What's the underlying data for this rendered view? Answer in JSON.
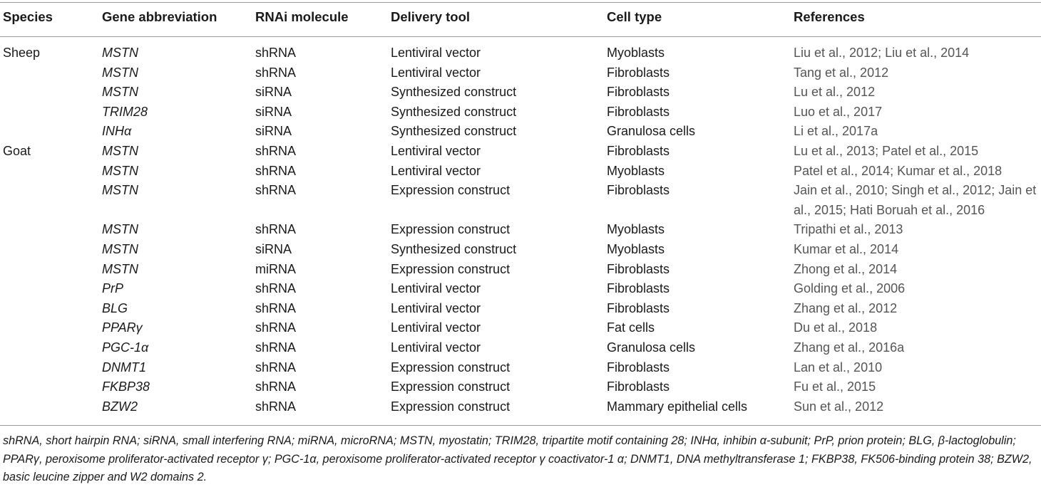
{
  "table": {
    "headers": {
      "species": "Species",
      "gene": "Gene abbreviation",
      "rnai": "RNAi molecule",
      "delivery": "Delivery tool",
      "cell_type": "Cell type",
      "references": "References"
    },
    "rows": [
      {
        "species": "Sheep",
        "gene": "MSTN",
        "rnai": "shRNA",
        "delivery": "Lentiviral vector",
        "cell_type": "Myoblasts",
        "references": "Liu et al., 2012; Liu et al., 2014"
      },
      {
        "species": "",
        "gene": "MSTN",
        "rnai": "shRNA",
        "delivery": "Lentiviral vector",
        "cell_type": "Fibroblasts",
        "references": "Tang et al., 2012"
      },
      {
        "species": "",
        "gene": "MSTN",
        "rnai": "siRNA",
        "delivery": "Synthesized construct",
        "cell_type": "Fibroblasts",
        "references": "Lu et al., 2012"
      },
      {
        "species": "",
        "gene": "TRIM28",
        "rnai": "siRNA",
        "delivery": "Synthesized construct",
        "cell_type": "Fibroblasts",
        "references": "Luo et al., 2017"
      },
      {
        "species": "",
        "gene": "INHα",
        "rnai": "siRNA",
        "delivery": "Synthesized construct",
        "cell_type": "Granulosa cells",
        "references": "Li et al., 2017a"
      },
      {
        "species": "Goat",
        "gene": "MSTN",
        "rnai": "shRNA",
        "delivery": "Lentiviral vector",
        "cell_type": "Fibroblasts",
        "references": "Lu et al., 2013; Patel et al., 2015"
      },
      {
        "species": "",
        "gene": "MSTN",
        "rnai": "shRNA",
        "delivery": "Lentiviral vector",
        "cell_type": "Myoblasts",
        "references": "Patel et al., 2014; Kumar et al., 2018"
      },
      {
        "species": "",
        "gene": "MSTN",
        "rnai": "shRNA",
        "delivery": "Expression construct",
        "cell_type": "Fibroblasts",
        "references": "Jain et al., 2010; Singh et al., 2012; Jain et al., 2015; Hati Boruah et al., 2016"
      },
      {
        "species": "",
        "gene": "MSTN",
        "rnai": "shRNA",
        "delivery": "Expression construct",
        "cell_type": "Myoblasts",
        "references": "Tripathi et al., 2013"
      },
      {
        "species": "",
        "gene": "MSTN",
        "rnai": "siRNA",
        "delivery": "Synthesized construct",
        "cell_type": "Myoblasts",
        "references": "Kumar et al., 2014"
      },
      {
        "species": "",
        "gene": "MSTN",
        "rnai": "miRNA",
        "delivery": "Expression construct",
        "cell_type": "Fibroblasts",
        "references": "Zhong et al., 2014"
      },
      {
        "species": "",
        "gene": "PrP",
        "rnai": "shRNA",
        "delivery": "Lentiviral vector",
        "cell_type": "Fibroblasts",
        "references": "Golding et al., 2006"
      },
      {
        "species": "",
        "gene": "BLG",
        "rnai": "shRNA",
        "delivery": "Lentiviral vector",
        "cell_type": "Fibroblasts",
        "references": "Zhang et al., 2012"
      },
      {
        "species": "",
        "gene": "PPARγ",
        "rnai": "shRNA",
        "delivery": "Lentiviral vector",
        "cell_type": "Fat cells",
        "references": "Du et al., 2018"
      },
      {
        "species": "",
        "gene": "PGC-1α",
        "rnai": "shRNA",
        "delivery": "Lentiviral vector",
        "cell_type": "Granulosa cells",
        "references": "Zhang et al., 2016a"
      },
      {
        "species": "",
        "gene": "DNMT1",
        "rnai": "shRNA",
        "delivery": "Expression construct",
        "cell_type": "Fibroblasts",
        "references": "Lan et al., 2010"
      },
      {
        "species": "",
        "gene": "FKBP38",
        "rnai": "shRNA",
        "delivery": "Expression construct",
        "cell_type": "Fibroblasts",
        "references": "Fu et al., 2015"
      },
      {
        "species": "",
        "gene": "BZW2",
        "rnai": "shRNA",
        "delivery": "Expression construct",
        "cell_type": "Mammary epithelial cells",
        "references": "Sun et al., 2012"
      }
    ]
  },
  "footnote": "shRNA, short hairpin RNA; siRNA, small interfering RNA; miRNA, microRNA; MSTN, myostatin; TRIM28, tripartite motif containing 28; INHα, inhibin α-subunit; PrP, prion protein; BLG, β-lactoglobulin; PPARγ, peroxisome proliferator-activated receptor γ; PGC-1α, peroxisome proliferator-activated receptor γ coactivator-1 α; DNMT1, DNA methyltransferase 1; FKBP38, FK506-binding protein 38; BZW2, basic leucine zipper and W2 domains 2."
}
